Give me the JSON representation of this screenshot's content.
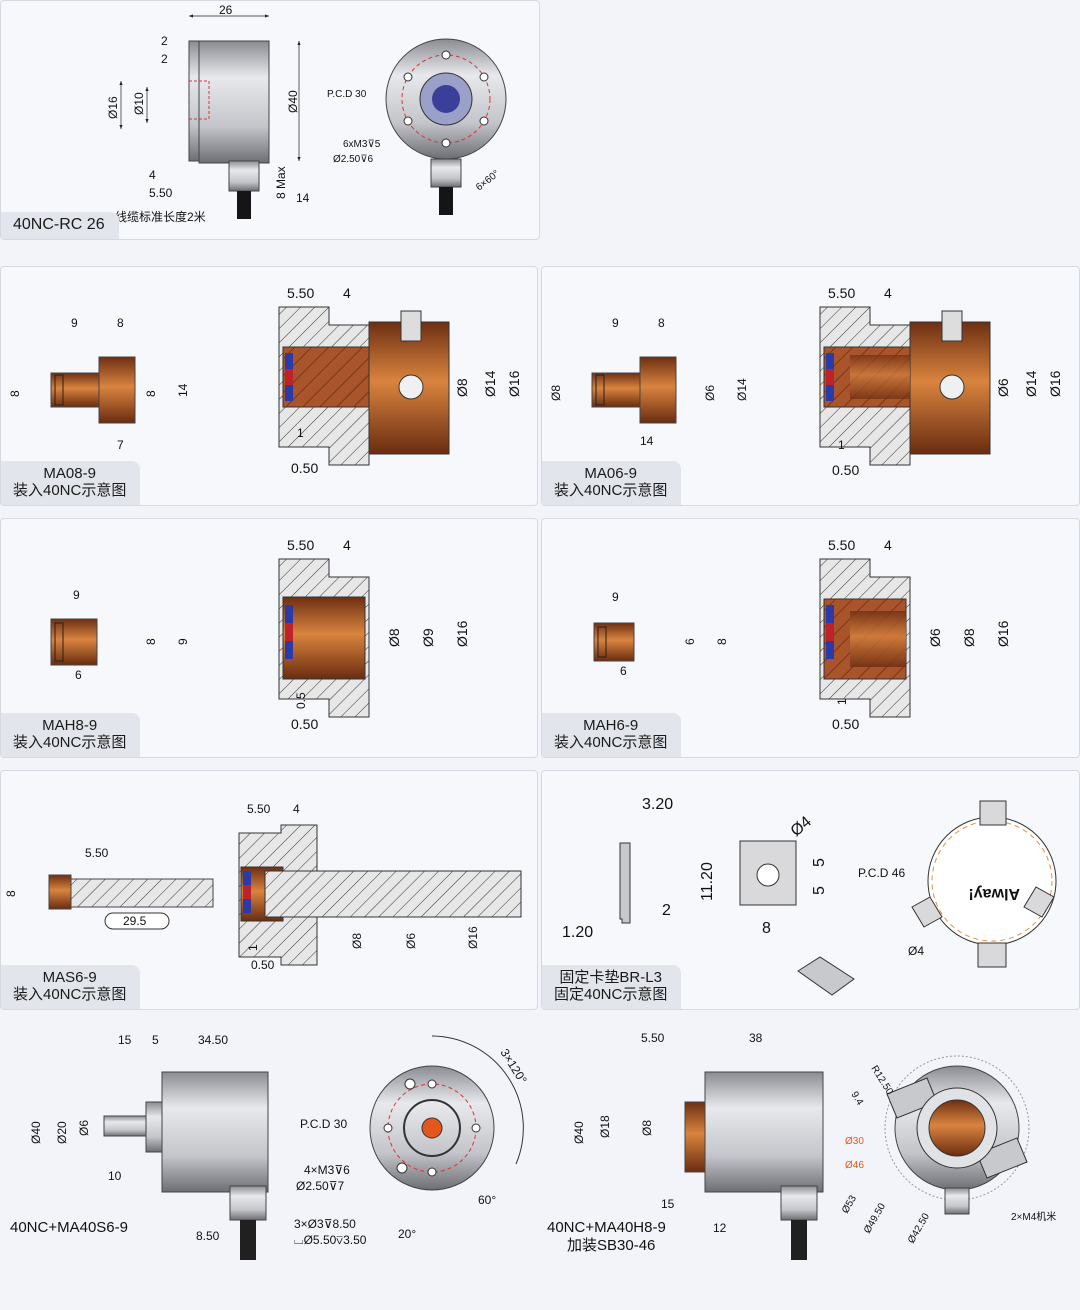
{
  "colors": {
    "copper": "#b9652d",
    "copper_dark": "#7a3a18",
    "steel": "#bdbec3",
    "hatch_bg": "#e6e6e6",
    "accent_red": "#e2571b",
    "accent_orange": "#f08a3c",
    "magnet_blue": "#2a3aa8",
    "magnet_red": "#c0222a"
  },
  "panels": {
    "p1": {
      "caption": "40NC-RC  26",
      "dims": {
        "w26": "26",
        "d2a": "2",
        "d2b": "2",
        "d16": "Ø16",
        "d10": "Ø10",
        "d40": "Ø40",
        "d4": "4",
        "d550": "5.50",
        "d8max": "8 Max",
        "d14": "14",
        "cable": "线缆标准长度2米",
        "pcd": "P.C.D 30",
        "m3": "6xM3⊽5",
        "dia25": "Ø2.50⊽6",
        "ang": "6×60°"
      }
    },
    "p2": {
      "caption_line1": "MA08-9",
      "caption_line2": "装入40NC示意图",
      "dims": {
        "a": "9",
        "b": "8",
        "c": "8",
        "d": "8",
        "e": "14",
        "f": "7",
        "g": "5.50",
        "h": "4",
        "i": "Ø8",
        "j": "Ø14",
        "k": "Ø16",
        "l": "1",
        "m": "0.50"
      }
    },
    "p3": {
      "caption_line1": "MA06-9",
      "caption_line2": "装入40NC示意图",
      "dims": {
        "a": "9",
        "b": "8",
        "c": "Ø8",
        "d": "Ø6",
        "e": "Ø14",
        "f": "14",
        "g": "5.50",
        "h": "4",
        "i": "Ø6",
        "j": "Ø14",
        "k": "Ø16",
        "l": "1",
        "m": "0.50"
      }
    },
    "p4": {
      "caption_line1": "MAH8-9",
      "caption_line2": "装入40NC示意图",
      "dims": {
        "a": "9",
        "b": "8",
        "c": "9",
        "d": "6",
        "g": "5.50",
        "h": "4",
        "i": "Ø8",
        "j": "Ø9",
        "k": "Ø16",
        "l": "0.5",
        "m": "0.50"
      }
    },
    "p5": {
      "caption_line1": "MAH6-9",
      "caption_line2": "装入40NC示意图",
      "dims": {
        "a": "9",
        "b": "6",
        "c": "8",
        "d": "6",
        "g": "5.50",
        "h": "4",
        "i": "Ø6",
        "j": "Ø8",
        "k": "Ø16",
        "l": "1",
        "m": "0.50"
      }
    },
    "p6": {
      "caption_line1": "MAS6-9",
      "caption_line2": "装入40NC示意图",
      "dims": {
        "a": "5.50",
        "b": "8",
        "c": "29.5",
        "g": "5.50",
        "h": "4",
        "i": "Ø8",
        "j": "Ø6",
        "k": "Ø16",
        "l": "1",
        "m": "0.50"
      }
    },
    "p7": {
      "caption_line1": "固定卡垫BR-L3",
      "caption_line2": "固定40NC示意图",
      "dims": {
        "a": "3.20",
        "b": "1.20",
        "c": "2",
        "d": "11.20",
        "e": "Ø4",
        "f": "5",
        "g": "5",
        "h": "8",
        "pcd": "P.C.D 46",
        "d4": "Ø4",
        "brand": "Alway!"
      }
    },
    "p8": {
      "caption": "40NC+MA40S6-9",
      "dims": {
        "a": "15",
        "b": "5",
        "c": "34.50",
        "d40": "Ø40",
        "d20": "Ø20",
        "d6": "Ø6",
        "d10": "10",
        "d850": "8.50",
        "pcd": "P.C.D 30",
        "ang": "3×120°",
        "m3": "4×M3⊽6",
        "dia25": "Ø2.50⊽7",
        "hole": "3×Ø3⊽8.50",
        "cb": "⌴Ø5.50⊽3.50",
        "a60": "60°",
        "a20": "20°"
      }
    },
    "p9": {
      "caption_line1": "40NC+MA40H8-9",
      "caption_line2": "加装SB30-46",
      "dims": {
        "a": "5.50",
        "b": "38",
        "d40": "Ø40",
        "d18": "Ø18",
        "d8": "Ø8",
        "c15": "15",
        "c12": "12",
        "r": "R12.50",
        "n94": "9.4",
        "d30": "Ø30",
        "d46": "Ø46",
        "d53": "Ø53",
        "d4950": "Ø49.50",
        "d4250": "Ø42.50",
        "m4": "2×M4机米"
      }
    }
  }
}
